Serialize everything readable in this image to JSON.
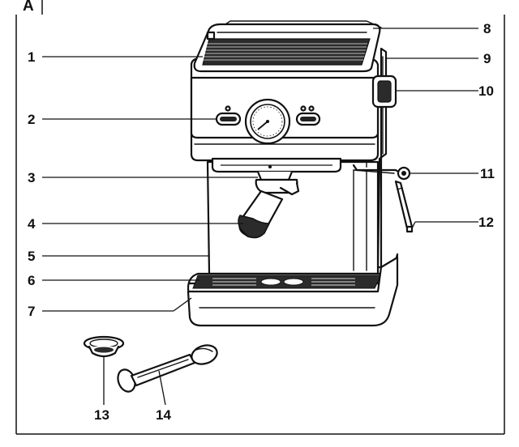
{
  "figure": {
    "letter": "A"
  },
  "callouts": [
    {
      "num": "1"
    },
    {
      "num": "2"
    },
    {
      "num": "3"
    },
    {
      "num": "4"
    },
    {
      "num": "5"
    },
    {
      "num": "6"
    },
    {
      "num": "7"
    },
    {
      "num": "8"
    },
    {
      "num": "9"
    },
    {
      "num": "10"
    },
    {
      "num": "11"
    },
    {
      "num": "12"
    },
    {
      "num": "13"
    },
    {
      "num": "14"
    }
  ]
}
